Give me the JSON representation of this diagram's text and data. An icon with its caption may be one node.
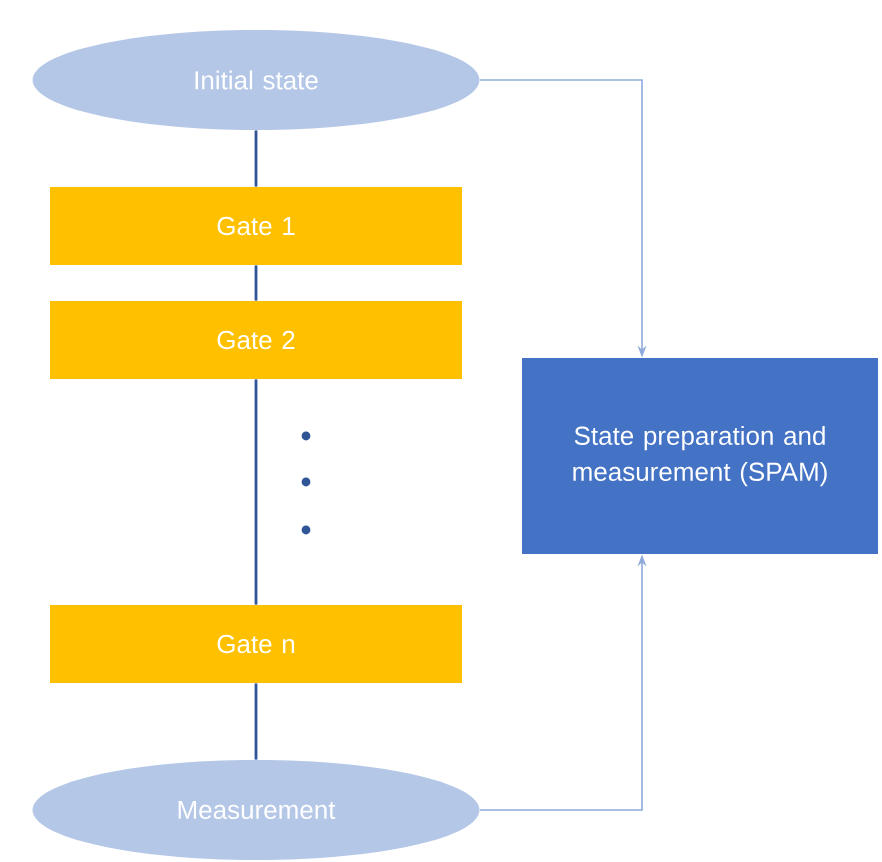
{
  "diagram": {
    "nodes": [
      {
        "text": [
          "Initial state"
        ]
      },
      {
        "text": [
          "Gate 1"
        ]
      },
      {
        "text": [
          "Gate 2"
        ]
      },
      {
        "text": [
          "Gate n"
        ]
      },
      {
        "text": [
          "Measurement"
        ]
      },
      {
        "text": [
          "State preparation and measurement (SPAM)"
        ]
      }
    ],
    "edges": [
      {
        "from": 0,
        "to": 1,
        "arrow": "none"
      },
      {
        "from": 1,
        "to": 2,
        "arrow": "none"
      },
      {
        "from": 2,
        "to": 3,
        "arrow": "none"
      },
      {
        "from": 3,
        "to": 4,
        "arrow": "none"
      },
      {
        "from": 0,
        "to": 5,
        "arrow": "to",
        "color": "#8faadc"
      },
      {
        "from": 4,
        "to": 5,
        "arrow": "to",
        "color": "#8faadc"
      }
    ]
  }
}
